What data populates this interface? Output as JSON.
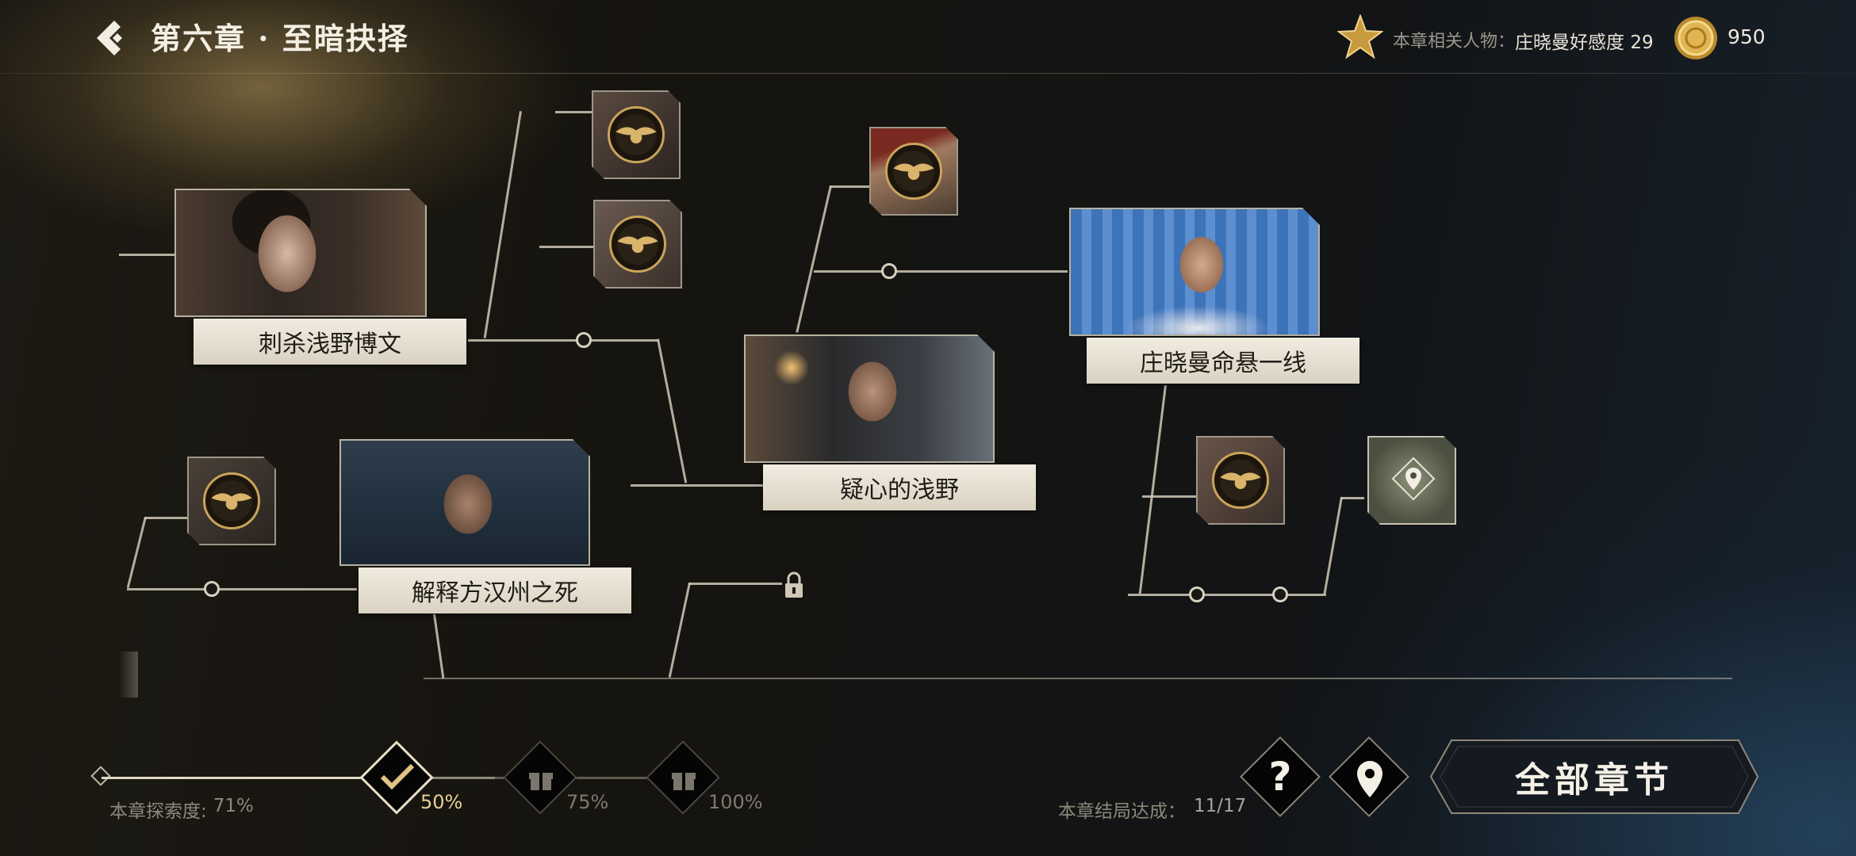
{
  "header": {
    "chapter_title": "第六章 · 至暗抉择",
    "related_label": "本章相关人物：",
    "related_value": "庄晓曼好感度 29",
    "coins": "950"
  },
  "scenes": {
    "s1": "刺杀浅野博文",
    "s2": "解释方汉州之死",
    "s3": "疑心的浅野",
    "s4": "庄晓曼命悬一线"
  },
  "footer": {
    "exploration_label": "本章探索度:",
    "exploration_value": "71%",
    "exploration_fraction": 0.71,
    "milestones": [
      "50%",
      "75%",
      "100%"
    ],
    "endings_label": "本章结局达成：",
    "endings_value": "11/17",
    "all_chapters": "全部章节"
  },
  "colors": {
    "gold": "#c9a45a",
    "label_bg": "#ece6d8",
    "line": "#cfc8b6"
  },
  "icons": [
    "back-icon",
    "star-icon",
    "coin-icon",
    "emblem-icon",
    "lock-icon",
    "location-pin-icon",
    "check-icon",
    "gift-icon",
    "help-icon"
  ]
}
